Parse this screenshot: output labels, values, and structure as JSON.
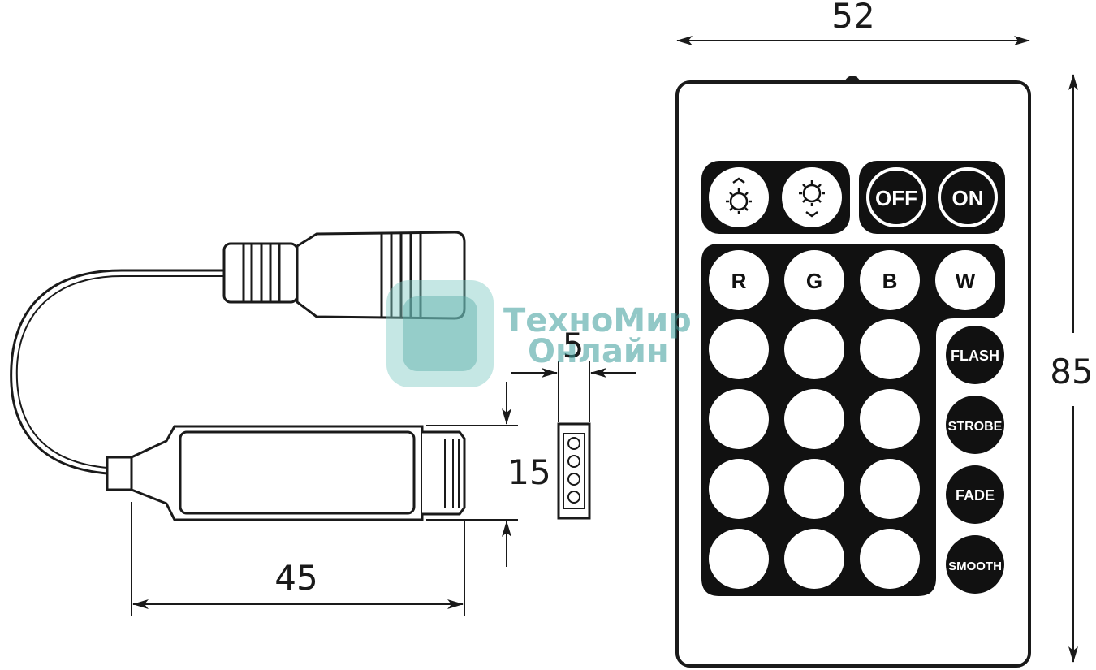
{
  "dimensions": {
    "remote_width": "52",
    "remote_height": "85",
    "controller_length": "45",
    "controller_height": "15",
    "connector_width": "5"
  },
  "remote": {
    "top_row": {
      "brightness_up": "brightness-up-icon",
      "brightness_down": "brightness-down-icon",
      "off": "OFF",
      "on": "ON"
    },
    "color_row": [
      "R",
      "G",
      "B",
      "W"
    ],
    "mode_buttons": [
      "FLASH",
      "STROBE",
      "FADE",
      "SMOOTH"
    ]
  },
  "watermark": {
    "line1": "ТехноМир",
    "line2": "Онлайн"
  },
  "colors": {
    "ink": "#1a1a1a",
    "watermark": "#3a9c9a"
  }
}
